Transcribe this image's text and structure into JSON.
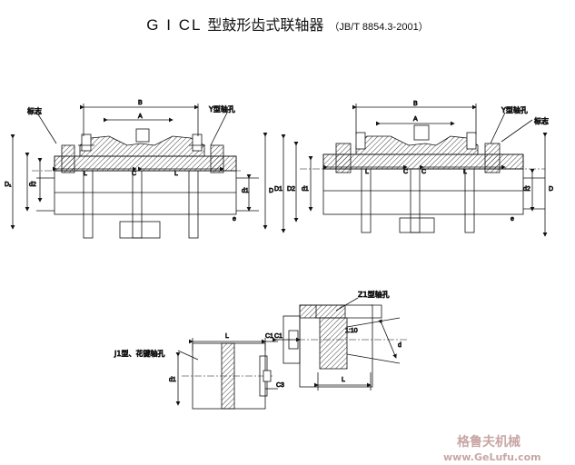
{
  "title": {
    "model": "G I CL",
    "name": "型鼓形齿式联轴器",
    "standard": "（JB/T 8854.3-2001）"
  },
  "left_view": {
    "label_mark": "标志",
    "label_bore": "Y型轴孔",
    "dims": {
      "B": "B",
      "A": "A",
      "D1": "D₁",
      "d2": "d2",
      "L_left": "L",
      "L_right": "L",
      "C": "C",
      "d1": "d1",
      "D": "D",
      "e": "e"
    }
  },
  "right_view": {
    "label_mark": "标志",
    "label_bore": "Y型轴孔",
    "dims": {
      "B": "B",
      "A": "A",
      "D1": "D1",
      "D2": "D2",
      "d1": "d1",
      "L_left": "L",
      "L_right": "L",
      "C_left": "C",
      "C_right": "C",
      "d2": "d2",
      "D": "D",
      "e": "e"
    }
  },
  "bottom_right_view": {
    "label_bore": "Z1型轴孔",
    "taper": "1:10",
    "dims": {
      "C1": "C1",
      "L": "L",
      "d": "d"
    }
  },
  "bottom_left_view": {
    "label_bore": "J1型、花键轴孔",
    "dims": {
      "L": "L",
      "C1": "C1",
      "C3": "C3",
      "d1": "d1"
    }
  },
  "watermark": {
    "cn": "格鲁夫机械",
    "url": "www.GeLufu.com"
  }
}
